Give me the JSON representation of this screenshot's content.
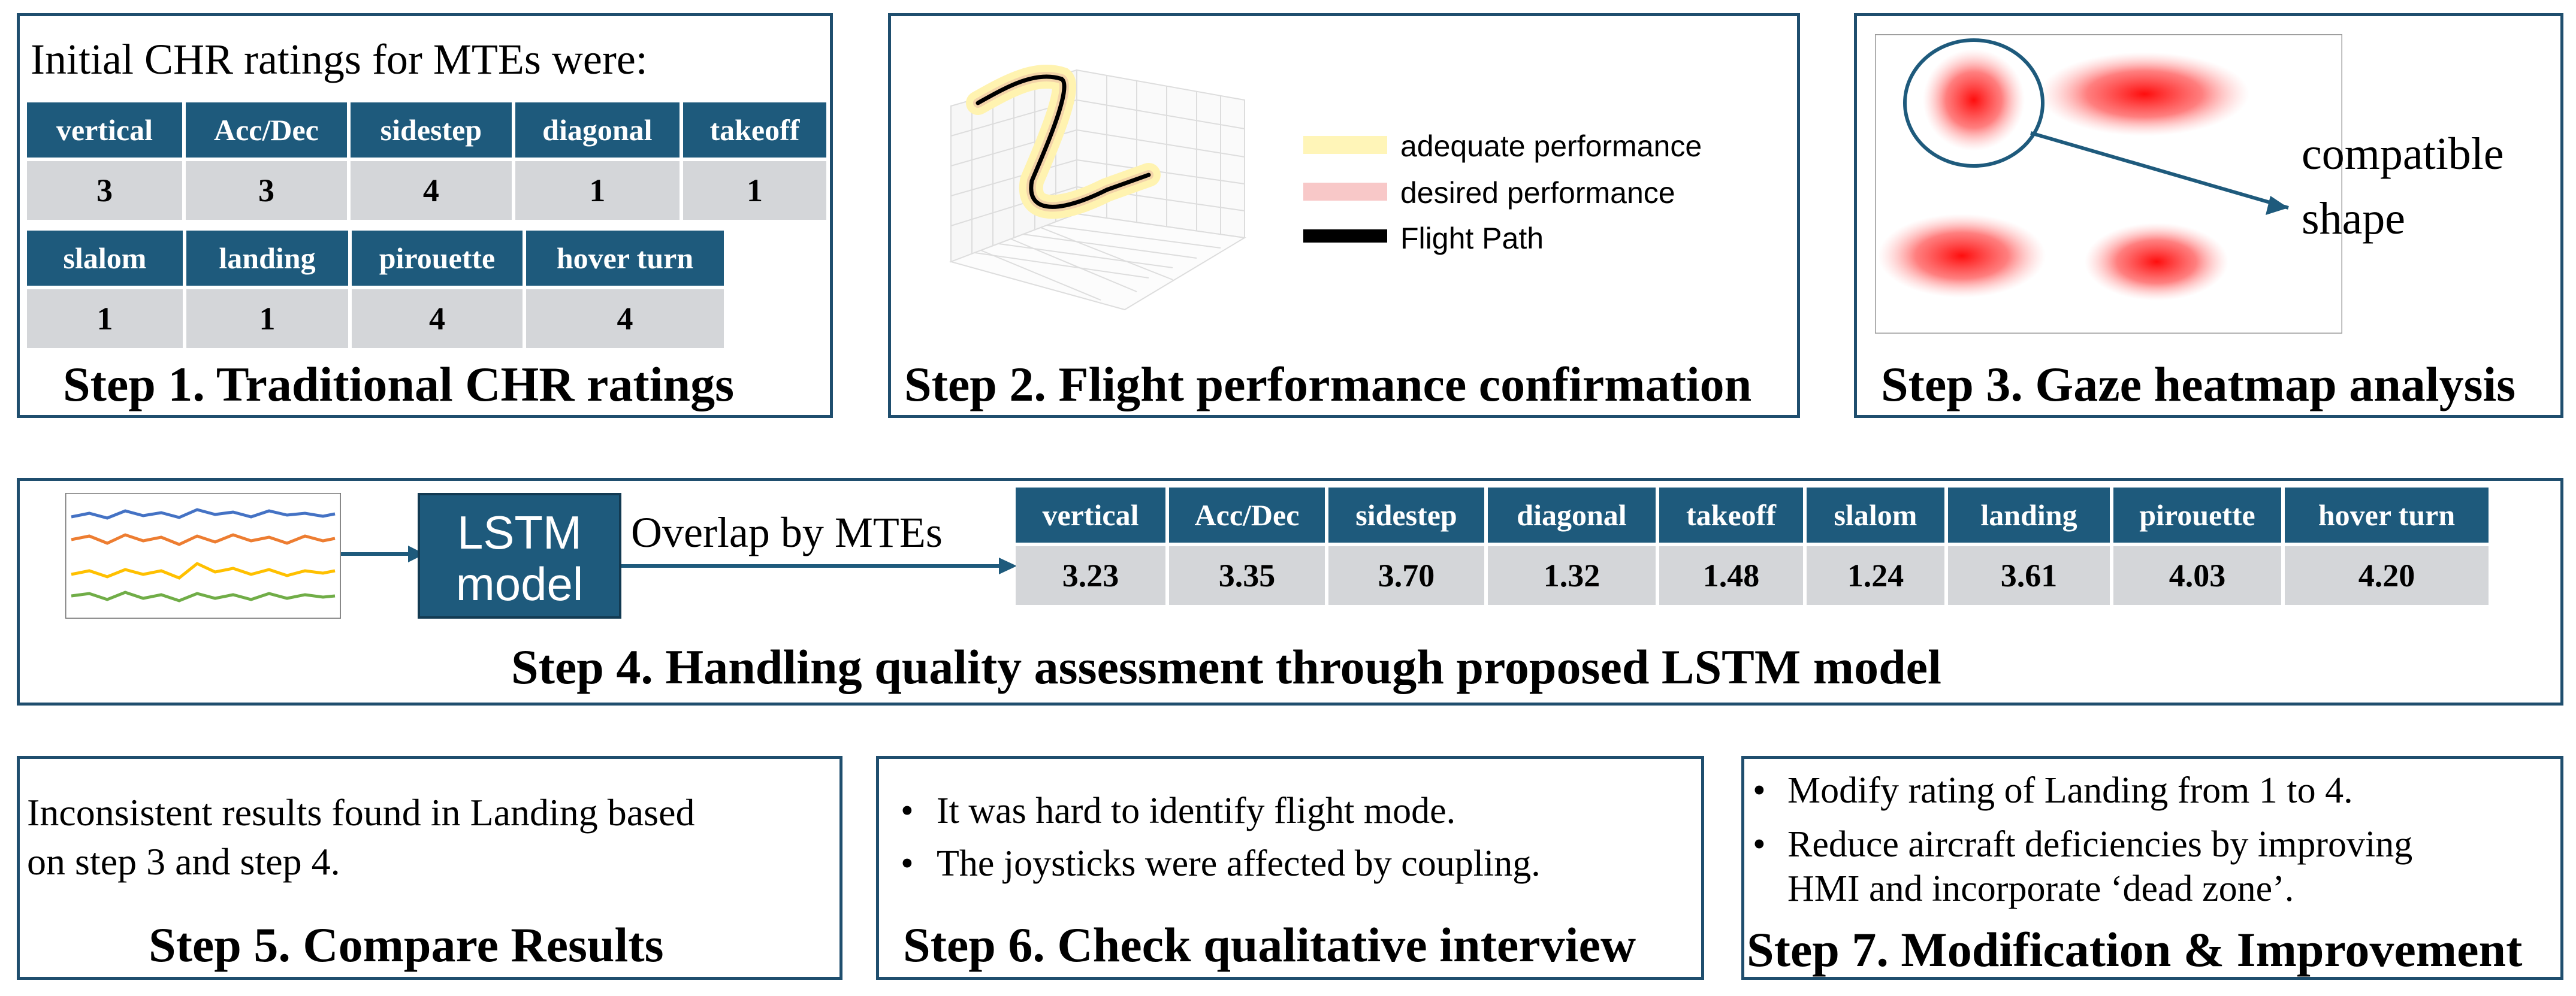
{
  "step1": {
    "intro": "Initial CHR ratings for MTEs were:",
    "row1_headers": [
      "vertical",
      "Acc/Dec",
      "sidestep",
      "diagonal",
      "takeoff"
    ],
    "row1_values": [
      "3",
      "3",
      "4",
      "1",
      "1"
    ],
    "row2_headers": [
      "slalom",
      "landing",
      "pirouette",
      "hover turn"
    ],
    "row2_values": [
      "1",
      "1",
      "4",
      "4"
    ],
    "title": "Step 1. Traditional CHR ratings"
  },
  "step2": {
    "legend": [
      "adequate performance",
      "desired performance",
      "Flight Path"
    ],
    "title": "Step 2. Flight performance confirmation"
  },
  "step3": {
    "annotation_line1": "compatible",
    "annotation_line2": "shape",
    "title": "Step 3. Gaze heatmap analysis"
  },
  "step4": {
    "model_line1": "LSTM",
    "model_line2": "model",
    "arrow_label": "Overlap by MTEs",
    "headers": [
      "vertical",
      "Acc/Dec",
      "sidestep",
      "diagonal",
      "takeoff",
      "slalom",
      "landing",
      "pirouette",
      "hover turn"
    ],
    "values": [
      "3.23",
      "3.35",
      "3.70",
      "1.32",
      "1.48",
      "1.24",
      "3.61",
      "4.03",
      "4.20"
    ],
    "title": "Step 4. Handling quality assessment through proposed LSTM model"
  },
  "step5": {
    "line1": "Inconsistent results found in Landing based",
    "line2": "on step 3 and step 4.",
    "title": "Step 5. Compare Results"
  },
  "step6": {
    "bullets": [
      "It was hard to identify flight mode.",
      "The joysticks were affected by coupling."
    ],
    "title": "Step 6. Check qualitative interview"
  },
  "step7": {
    "bullet1": "Modify rating of Landing from 1 to 4.",
    "bullet2_line1": "Reduce aircraft deficiencies by improving",
    "bullet2_line2": "HMI and incorporate ‘dead zone’.",
    "title": "Step 7. Modification & Improvement"
  },
  "colors": {
    "header_blue": "#1e5a7c",
    "border_blue": "#1f4e6e",
    "cell_gray": "#d4d6d9",
    "adequate": "#fff5b8",
    "desired": "#f8c8c8",
    "heat_red": "#ff0000"
  }
}
